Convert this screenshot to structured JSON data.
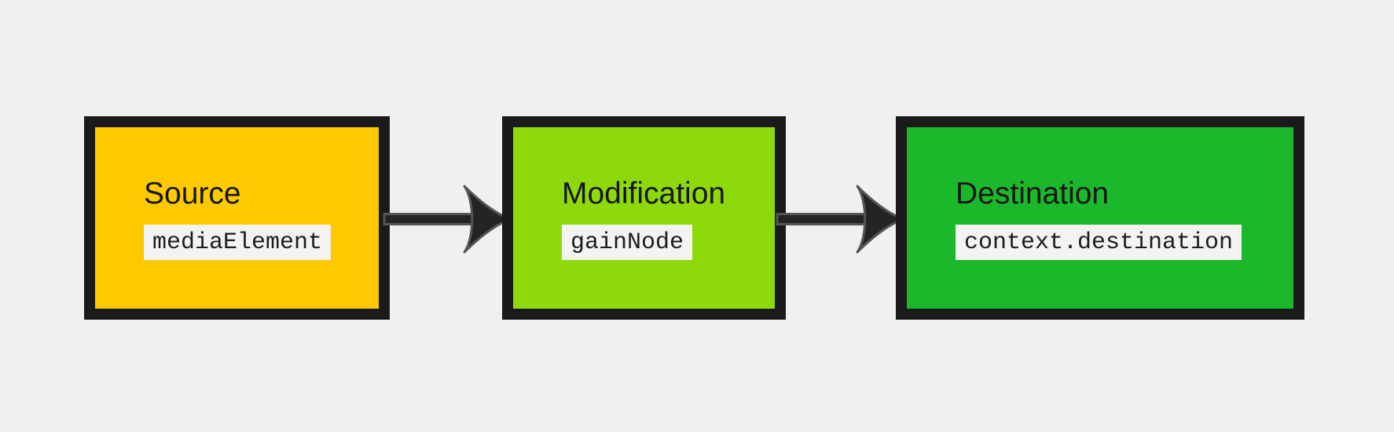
{
  "page": {
    "background_color": "#f0f0ee"
  },
  "diagram": {
    "border_color": "#1a1a1a",
    "code_chip_bg": "#f3f3f1",
    "arrow": {
      "fill": "#242424",
      "stroke": "#555555",
      "direction": "right"
    },
    "nodes": [
      {
        "title": "Source",
        "code": "mediaElement",
        "fill": "#fdca01"
      },
      {
        "title": "Modification",
        "code": "gainNode",
        "fill": "#8ed90c"
      },
      {
        "title": "Destination",
        "code": "context.destination",
        "fill": "#1bb82b"
      }
    ]
  }
}
